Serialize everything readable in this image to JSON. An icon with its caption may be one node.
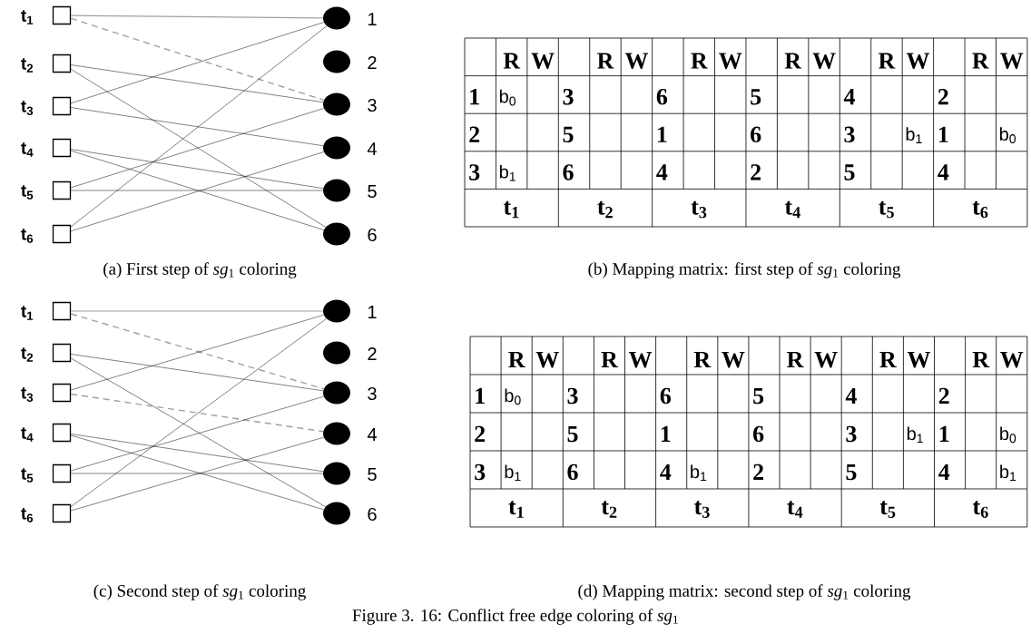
{
  "diagram": {
    "caption": "Figure 3. 16: Conflict free edge coloring of *sg*$_{1}$",
    "nodes": [
      {
        "text": [
          "t$_{1}$"
        ]
      },
      {
        "text": [
          "t$_{2}$"
        ]
      },
      {
        "text": [
          "t$_{3}$"
        ]
      },
      {
        "text": [
          "t$_{4}$"
        ]
      },
      {
        "text": [
          "t$_{5}$"
        ]
      },
      {
        "text": [
          "t$_{6}$"
        ]
      },
      {
        "text": [
          "1"
        ]
      },
      {
        "text": [
          "2"
        ]
      },
      {
        "text": [
          "3"
        ]
      },
      {
        "text": [
          "4"
        ]
      },
      {
        "text": [
          "5"
        ]
      },
      {
        "text": [
          "6"
        ]
      },
      {
        "text": [
          "t$_{1}$"
        ]
      },
      {
        "text": [
          "t$_{2}$"
        ]
      },
      {
        "text": [
          "t$_{3}$"
        ]
      },
      {
        "text": [
          "t$_{4}$"
        ]
      },
      {
        "text": [
          "t$_{5}$"
        ]
      },
      {
        "text": [
          "t$_{6}$"
        ]
      },
      {
        "text": [
          "1"
        ]
      },
      {
        "text": [
          "2"
        ]
      },
      {
        "text": [
          "3"
        ]
      },
      {
        "text": [
          "4"
        ]
      },
      {
        "text": [
          "5"
        ]
      },
      {
        "text": [
          "6"
        ]
      }
    ],
    "edges": [
      {
        "from": 0,
        "to": 6,
        "arrow": "none",
        "color": "#a0a0a0"
      },
      {
        "from": 0,
        "to": 8,
        "arrow": "none",
        "style": "dashed",
        "color": "#a0a0a0"
      },
      {
        "from": 1,
        "to": 8,
        "arrow": "none"
      },
      {
        "from": 1,
        "to": 11,
        "arrow": "none"
      },
      {
        "from": 2,
        "to": 6,
        "arrow": "none"
      },
      {
        "from": 2,
        "to": 9,
        "arrow": "none"
      },
      {
        "from": 3,
        "to": 10,
        "arrow": "none"
      },
      {
        "from": 3,
        "to": 11,
        "arrow": "none"
      },
      {
        "from": 4,
        "to": 8,
        "arrow": "none"
      },
      {
        "from": 4,
        "to": 10,
        "arrow": "none"
      },
      {
        "from": 5,
        "to": 6,
        "arrow": "none"
      },
      {
        "from": 5,
        "to": 9,
        "arrow": "none"
      },
      {
        "from": 12,
        "to": 18,
        "arrow": "none",
        "color": "#a0a0a0"
      },
      {
        "from": 12,
        "to": 20,
        "arrow": "none",
        "style": "dashed",
        "color": "#a0a0a0"
      },
      {
        "from": 13,
        "to": 20,
        "arrow": "none"
      },
      {
        "from": 13,
        "to": 23,
        "arrow": "none"
      },
      {
        "from": 14,
        "to": 18,
        "arrow": "none"
      },
      {
        "from": 14,
        "to": 21,
        "arrow": "none",
        "style": "dashed",
        "color": "#a0a0a0"
      },
      {
        "from": 15,
        "to": 22,
        "arrow": "none"
      },
      {
        "from": 15,
        "to": 23,
        "arrow": "none"
      },
      {
        "from": 16,
        "to": 20,
        "arrow": "none"
      },
      {
        "from": 16,
        "to": 22,
        "arrow": "none"
      },
      {
        "from": 17,
        "to": 18,
        "arrow": "none"
      },
      {
        "from": 17,
        "to": 21,
        "arrow": "none"
      }
    ],
    "labels": [
      "R",
      "W",
      "R",
      "W",
      "R",
      "W",
      "R",
      "W",
      "R",
      "W",
      "R",
      "W",
      "1",
      "b$_{0}$",
      "3",
      "6",
      "5",
      "4",
      "2",
      "2",
      "5",
      "1",
      "6",
      "3",
      "b$_{1}$",
      "1",
      "b$_{0}$",
      "3",
      "b$_{1}$",
      "6",
      "4",
      "2",
      "5",
      "4",
      "t$_{1}$",
      "t$_{2}$",
      "t$_{3}$",
      "t$_{4}$",
      "t$_{5}$",
      "t$_{6}$",
      "(a) First step of *sg*$_{1}$ coloring",
      "(b)  Mapping matrix: first step of *sg*$_{1}$ coloring",
      "R",
      "W",
      "R",
      "W",
      "R",
      "W",
      "R",
      "W",
      "R",
      "W",
      "R",
      "W",
      "1",
      "b$_{0}$",
      "3",
      "6",
      "5",
      "4",
      "2",
      "2",
      "5",
      "1",
      "6",
      "3",
      "b$_{1}$",
      "1",
      "b$_{0}$",
      "3",
      "b$_{1}$",
      "6",
      "4",
      "b$_{1}$",
      "2",
      "5",
      "4",
      "b$_{1}$",
      "t$_{1}$",
      "t$_{2}$",
      "t$_{3}$",
      "t$_{4}$",
      "t$_{5}$",
      "t$_{6}$",
      "(c) Second step of *sg*$_{1}$ coloring",
      "(d) Mapping matrix: second step of *sg*$_{1}$ coloring"
    ]
  }
}
